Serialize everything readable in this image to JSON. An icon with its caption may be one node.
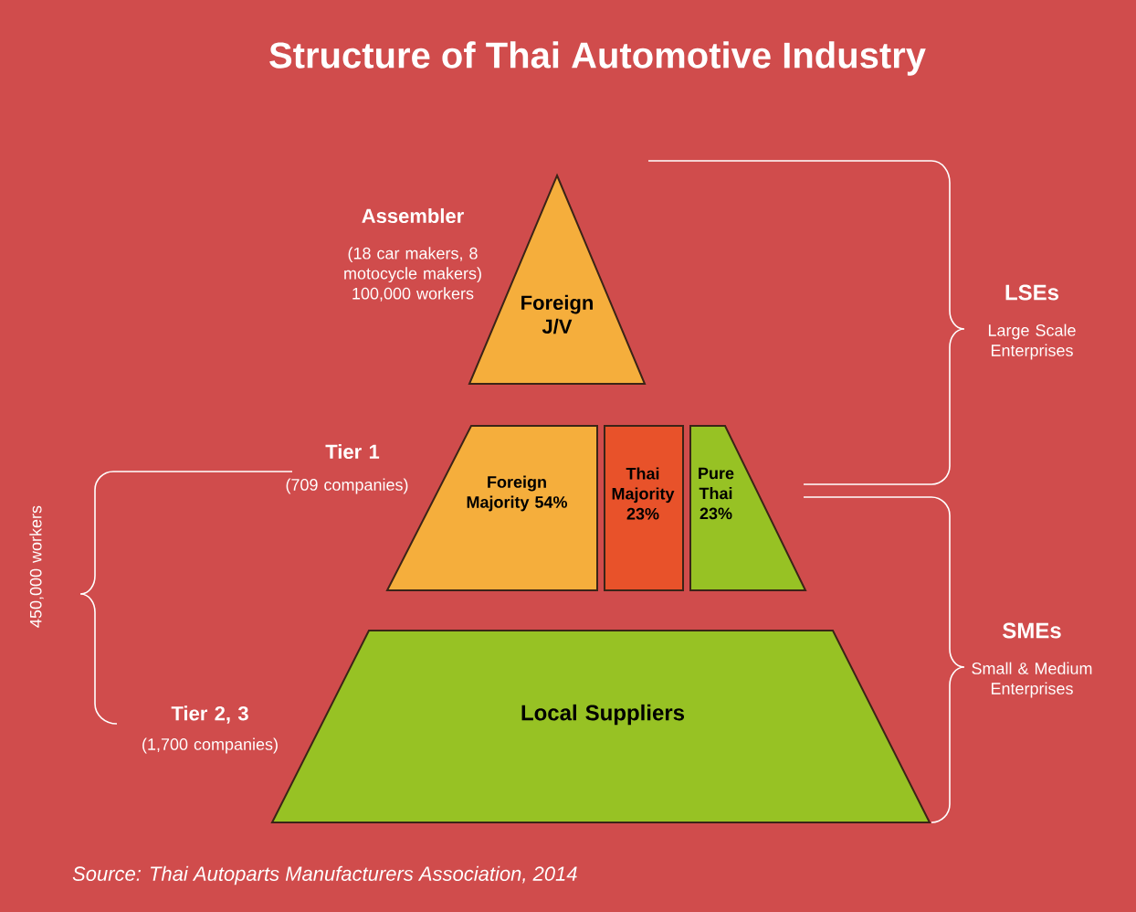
{
  "diagram": {
    "title": "Structure of Thai Automotive Industry",
    "caption": "Source: Thai Autoparts Manufacturers Association, 2014",
    "nodes": [
      {
        "text": [
          "Foreign J/V"
        ],
        "beside": [
          "Assembler",
          "(18 car makers, 8 motocycle makers) 100,000 workers"
        ]
      },
      {
        "text": [
          "Foreign Majority 54%"
        ],
        "beside": [
          "Tier 1",
          "(709 companies)"
        ]
      },
      {
        "text": [
          "Thai Majority 23%"
        ]
      },
      {
        "text": [
          "Pure Thai 23%"
        ]
      },
      {
        "text": [
          "Local Suppliers"
        ],
        "beside": [
          "Tier 2, 3",
          "(1,700 companies)"
        ]
      }
    ],
    "labels": [
      "LSEs",
      "Large Scale Enterprises",
      "450,000 workers",
      "SMEs",
      "Small & Medium Enterprises"
    ]
  }
}
